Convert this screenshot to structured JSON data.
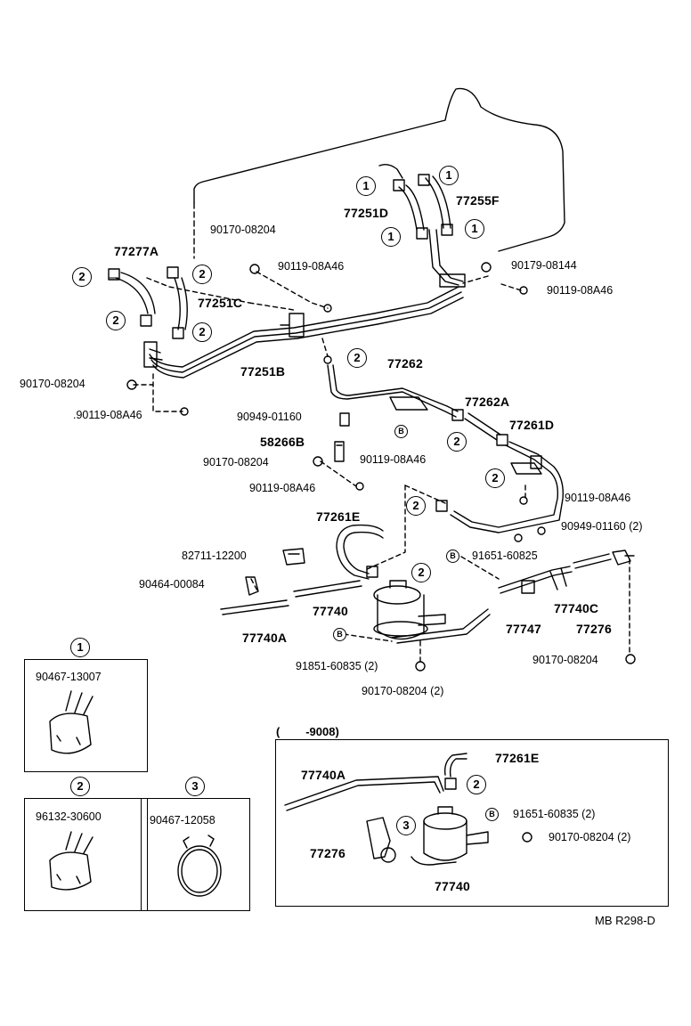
{
  "parts": {
    "p77277A": "77277A",
    "p77251C": "77251C",
    "p77251B": "77251B",
    "p77251D": "77251D",
    "p77255F": "77255F",
    "p77262": "77262",
    "p77262A": "77262A",
    "p77261D": "77261D",
    "p58266B": "58266B",
    "p77261E": "77261E",
    "p77740": "77740",
    "p77740A": "77740A",
    "p77747": "77747",
    "p77740C": "77740C",
    "p77276": "77276"
  },
  "part_numbers": {
    "n90170_08204_top": "90170-08204",
    "n90119_08A46_top": "90119-08A46",
    "n90179_08144": "90179-08144",
    "n90119_08A46_right": "90119-08A46",
    "n90170_08204_left": "90170-08204",
    "n90119_08A46_left": ".90119-08A46",
    "n90949_01160_mid": "90949-01160",
    "n90119_08A46_mid": "90119-08A46",
    "n90170_08204_mid": "90170-08204",
    "n90119_08A46_mid2": "90119-08A46",
    "n90119_08A46_r2": "90119-08A46",
    "n90949_01160_2": "90949-01160 (2)",
    "n82711_12200": "82711-12200",
    "n91651_60825": "91651-60825",
    "n90464_00084": "90464-00084",
    "n91851_60835_2": "91851-60835 (2)",
    "n90170_08204_2": "90170-08204 (2)",
    "n90170_08204_br": "90170-08204"
  },
  "callouts": {
    "one": "1",
    "two": "2",
    "three": "3",
    "b": "B"
  },
  "legend": {
    "one_number": "1",
    "one_part": "90467-13007",
    "two_number": "2",
    "two_part": "96132-30600",
    "three_number": "3",
    "three_part": "90467-12058"
  },
  "inset": {
    "header": "(        -9008)",
    "p77261E": "77261E",
    "p77740A": "77740A",
    "n91651_60835": "91651-60835 (2)",
    "p77276": "77276",
    "n90170_08204": "90170-08204 (2)",
    "p77740": "77740"
  },
  "footer": {
    "code": "MB R298-D"
  }
}
